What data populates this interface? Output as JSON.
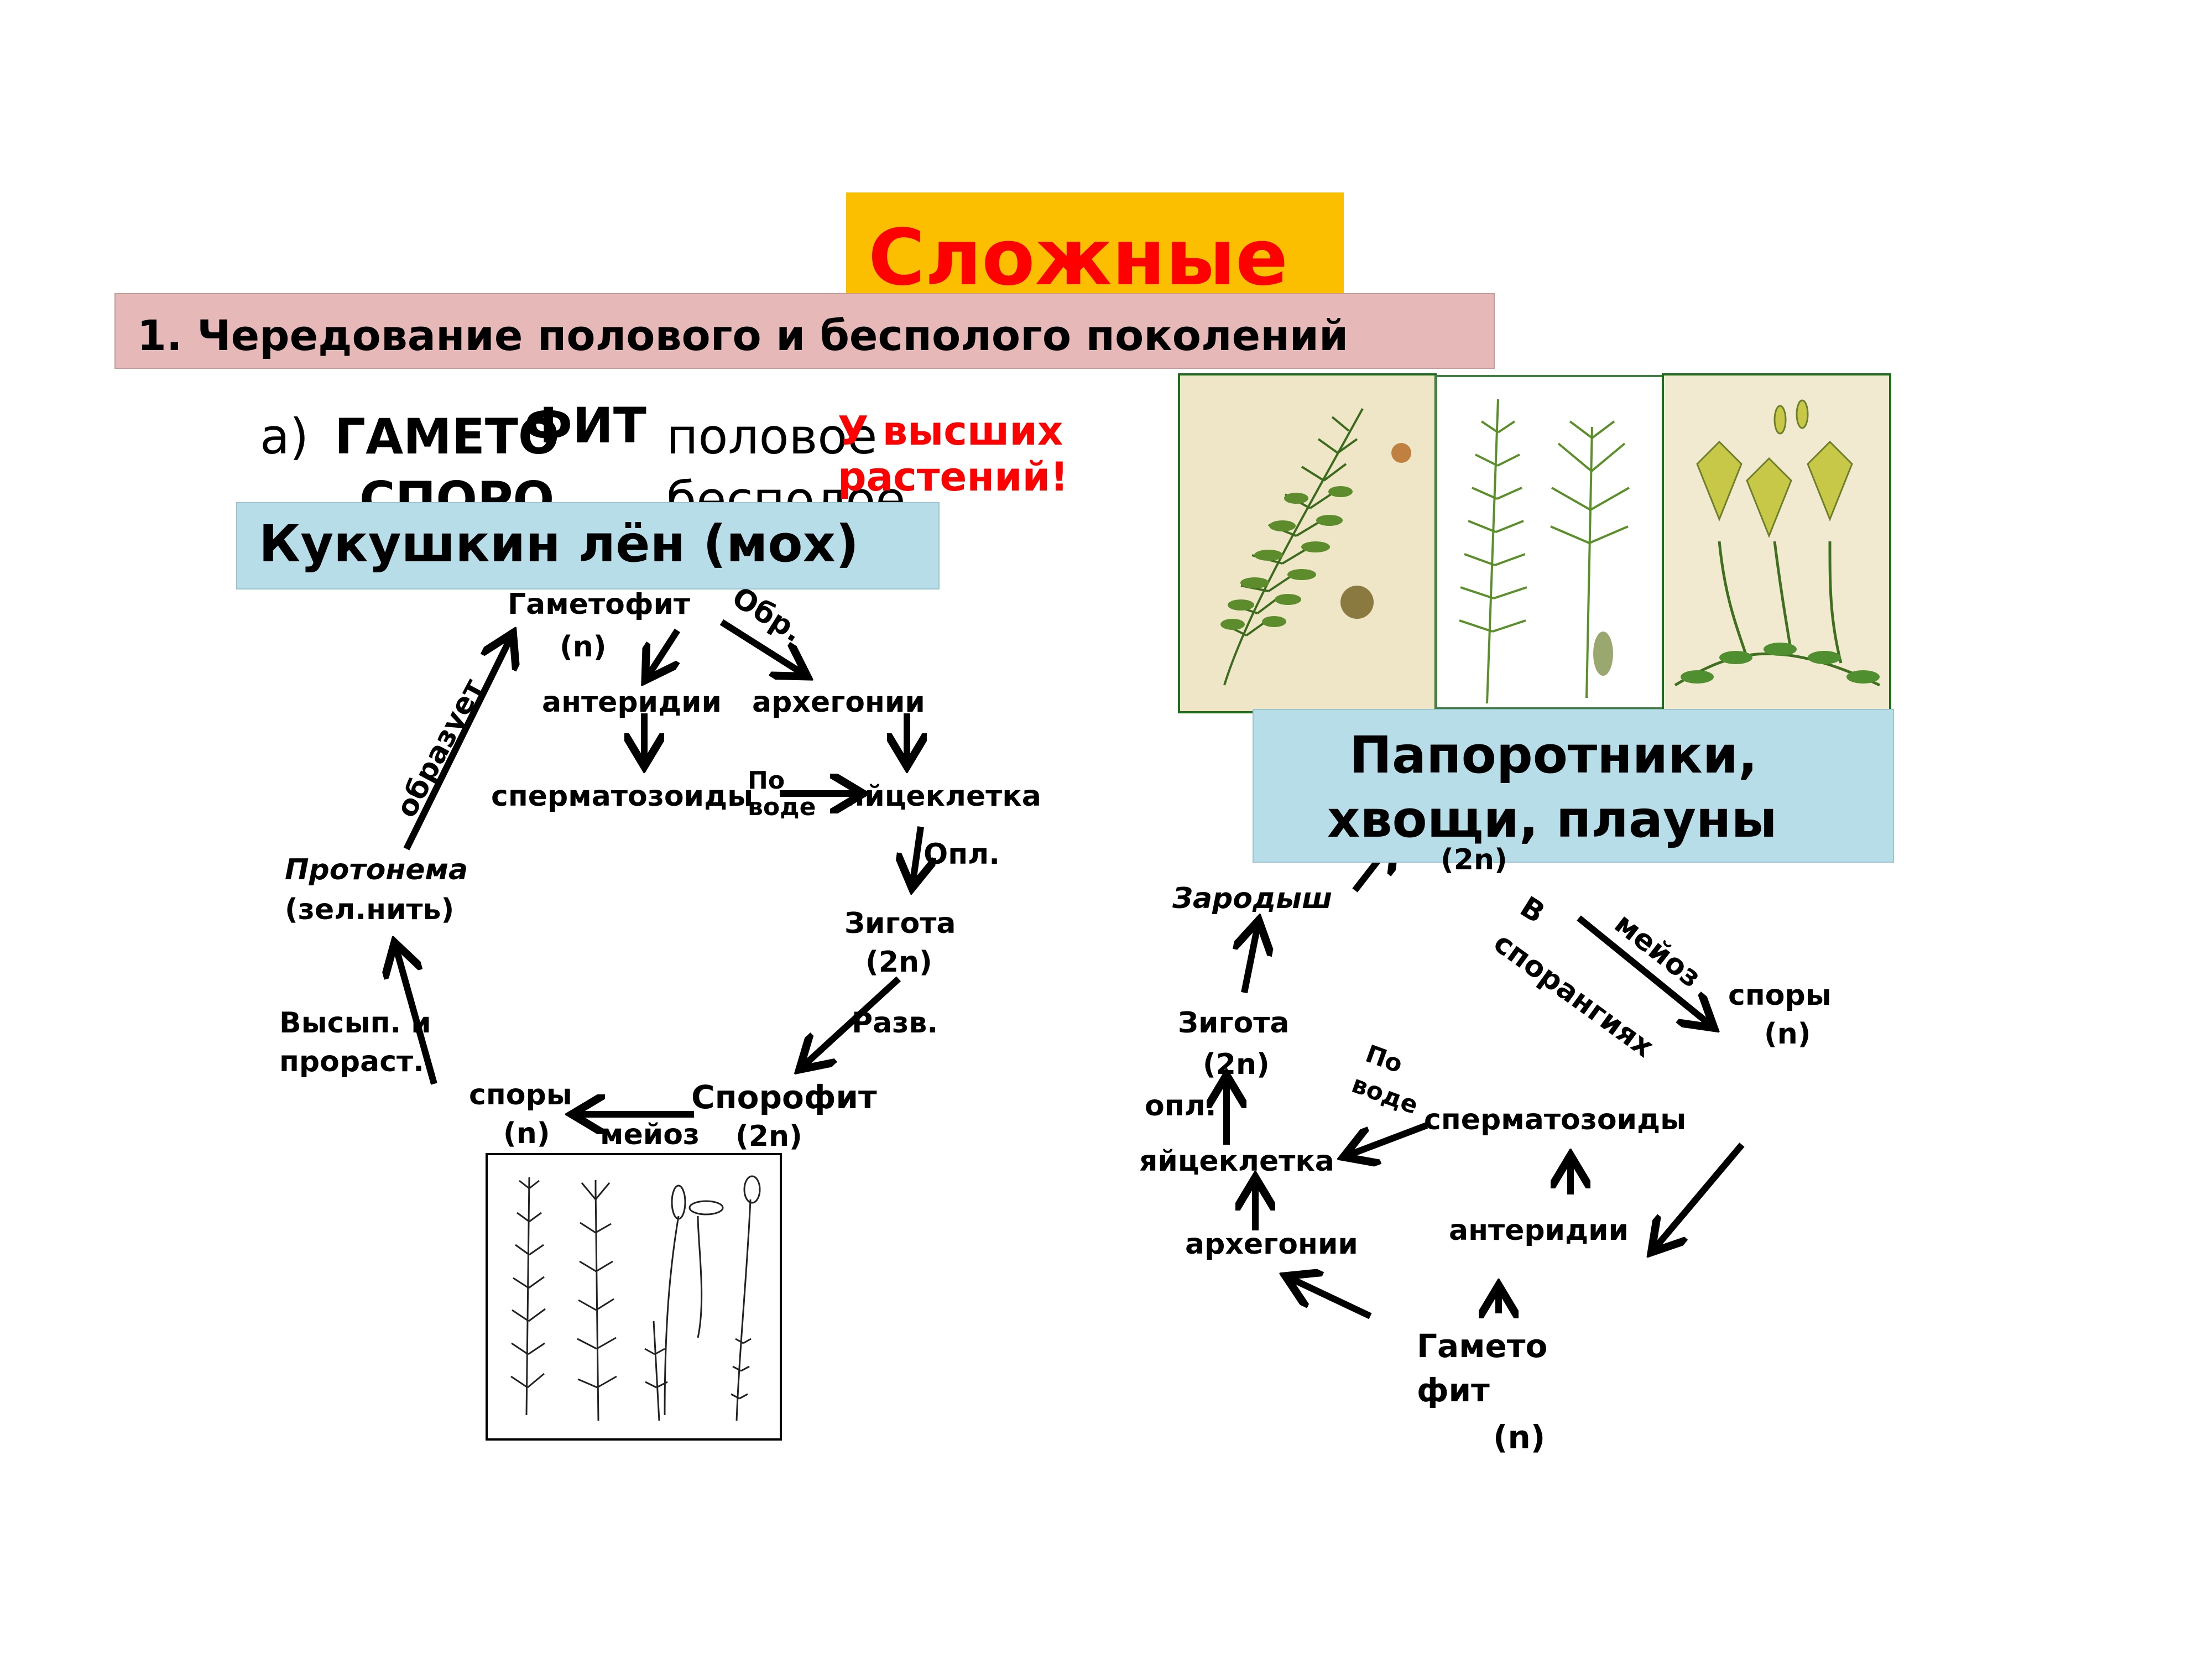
{
  "title": "Сложные",
  "banner": "1. Чередование полового и бесполого поколений",
  "line_a": {
    "prefix": "а)",
    "gameto": "ГАМЕТО",
    "fit": "ФИТ",
    "polovoe": "половое",
    "sporo": "СПОРО",
    "bespoloe": "бесполое"
  },
  "higher_plants": [
    "У высших",
    "растений!"
  ],
  "moss": {
    "heading": "Кукушкин лён (мох)",
    "gametophyte": "Гаметофит",
    "gametophyte_n": "(n)",
    "obr": "Обр.",
    "antheridia": "антеридии",
    "archegonia": "архегонии",
    "spermatozoids": "сперматозоиды",
    "po_vode": [
      "По",
      "воде"
    ],
    "egg": "яйцеклетка",
    "opl": "Опл.",
    "zygote": "Зигота",
    "zygote_2n": "(2n)",
    "razv": "Разв.",
    "sporophyte": "Спорофит",
    "sporophyte_2n": "(2n)",
    "meiosis": "мейоз",
    "spores": "споры",
    "spores_n": "(n)",
    "sprout": [
      "Высып. и",
      "прораст."
    ],
    "protonema": "Протонема",
    "protonema_note": "(зел.нить)",
    "forms": "образует"
  },
  "fern": {
    "heading": [
      "Папоротники,",
      "хвощи, плауны"
    ],
    "sporophyte_2n_partial": "(2n)",
    "embryo": "Зародыш",
    "in_sporangia": [
      "В",
      "спорангиях"
    ],
    "meiosis": "мейоз",
    "spores": "споры",
    "spores_n": "(n)",
    "zygote": "Зигота",
    "zygote_2n": "(2n)",
    "po_vode": [
      "По",
      "воде"
    ],
    "opl": "опл.",
    "spermatozoids": "сперматозоиды",
    "egg": "яйцеклетка",
    "antheridia": "антеридии",
    "archegonia": "архегонии",
    "gametophyte": [
      "Гамето",
      "фит"
    ],
    "gametophyte_n": "(n)"
  },
  "icons": [
    "fern-illustration",
    "horsetail-illustration",
    "clubmoss-illustration",
    "moss-illustration"
  ],
  "colors": {
    "title_bg": "#fcbf00",
    "title_text": "#ff0000",
    "banner_bg": "#e6b9b8",
    "heading_bg": "#b7dde8",
    "gametophyte": "#ff0000",
    "protonema": "#0000ff"
  }
}
